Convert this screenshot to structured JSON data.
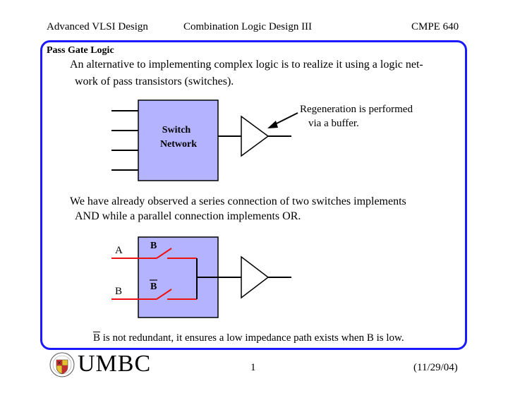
{
  "header": {
    "left": "Advanced VLSI Design",
    "center": "Combination Logic Design III",
    "right": "CMPE 640"
  },
  "slide": {
    "title": "Pass Gate Logic",
    "para1_line1": "An alternative to implementing complex logic is to realize it using a logic net-",
    "para1_line2": "work of pass transistors (switches).",
    "regen_line1": "Regeneration is performed",
    "regen_line2": "via a  buffer.",
    "box_label_line1": "Switch",
    "box_label_line2": "Network",
    "para2_line1": "We have already observed a series connection of two switches implements",
    "para2_line2": "AND while a parallel connection implements OR.",
    "label_A": "A",
    "label_B": "B",
    "switch_top_label": "B",
    "switch_bottom_label": "B",
    "note_overlined": "B",
    "note_rest": " is not redundant, it ensures a low impedance path exists when B is low."
  },
  "footer": {
    "logo_text": "UMBC",
    "page": "1",
    "date": "(11/29/04)"
  },
  "colors": {
    "frame": "#1a1aff",
    "box_fill": "#b3b3ff",
    "switch_wire": "#ee1111"
  }
}
